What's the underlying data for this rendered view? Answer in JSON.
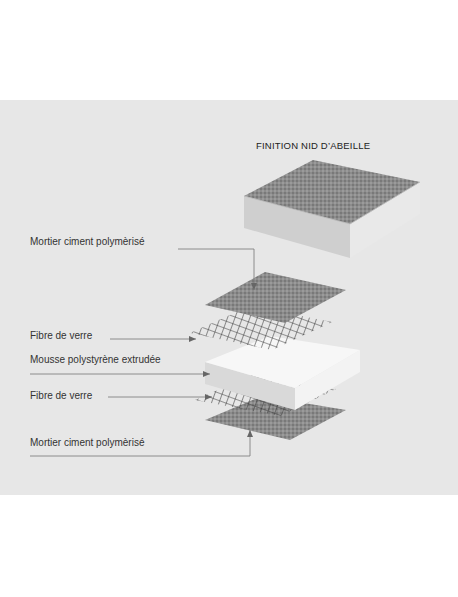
{
  "diagram": {
    "labels": [
      "FINITION NID D’ABEILLE",
      "Mortier ciment polymèrisé",
      "Fibre de verre",
      "Mousse polystyrène extrudée",
      "Fibre de verre",
      "Mortier ciment polymèrisé"
    ]
  }
}
